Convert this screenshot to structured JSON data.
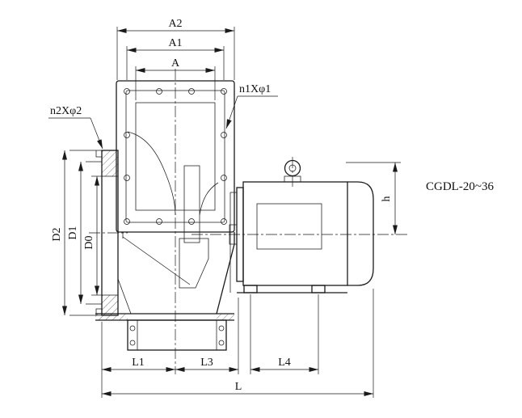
{
  "drawing": {
    "model": "CGDL-20~36",
    "labels": {
      "a2": "A2",
      "a1": "A1",
      "a": "A",
      "n1_holes": "n1Xφ1",
      "n2_holes": "n2Xφ2",
      "d2": "D2",
      "d1": "D1",
      "d0": "D0",
      "h": "h",
      "l1": "L1",
      "l3": "L3",
      "l4": "L4",
      "l": "L"
    }
  }
}
